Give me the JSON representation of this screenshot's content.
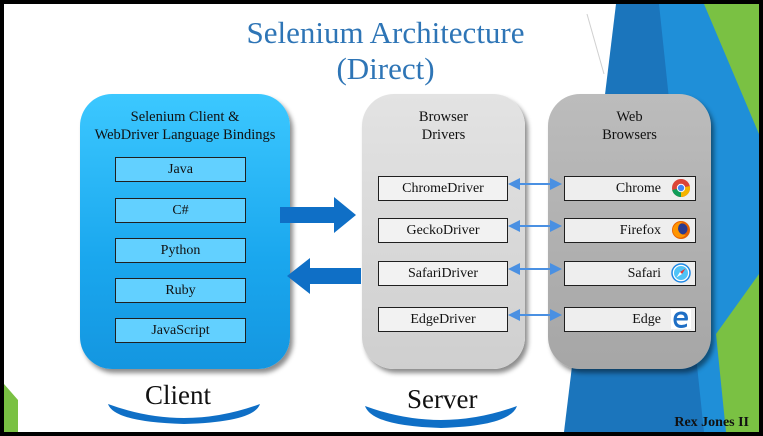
{
  "title": {
    "line1": "Selenium Architecture",
    "line2": "(Direct)"
  },
  "client": {
    "title_line1": "Selenium Client &",
    "title_line2": "WebDriver Language Bindings",
    "languages": [
      "Java",
      "C#",
      "Python",
      "Ruby",
      "JavaScript"
    ],
    "caption": "Client"
  },
  "server": {
    "title_line1": "Browser",
    "title_line2": "Drivers",
    "drivers": [
      "ChromeDriver",
      "GeckoDriver",
      "SafariDriver",
      "EdgeDriver"
    ],
    "caption": "Server"
  },
  "browsers": {
    "title_line1": "Web",
    "title_line2": "Browsers",
    "items": [
      {
        "name": "Chrome",
        "icon": "chrome-icon"
      },
      {
        "name": "Firefox",
        "icon": "firefox-icon"
      },
      {
        "name": "Safari",
        "icon": "safari-icon"
      },
      {
        "name": "Edge",
        "icon": "edge-icon"
      }
    ]
  },
  "credit": "Rex Jones II",
  "colors": {
    "title": "#2e75b6",
    "client_panel": "#1aa7ee",
    "language_box": "#62d0ff",
    "arrow": "#0f6fc6",
    "connector": "#4a90e2",
    "decor_green": "#7ac143",
    "decor_blue": "#1b75bc"
  }
}
